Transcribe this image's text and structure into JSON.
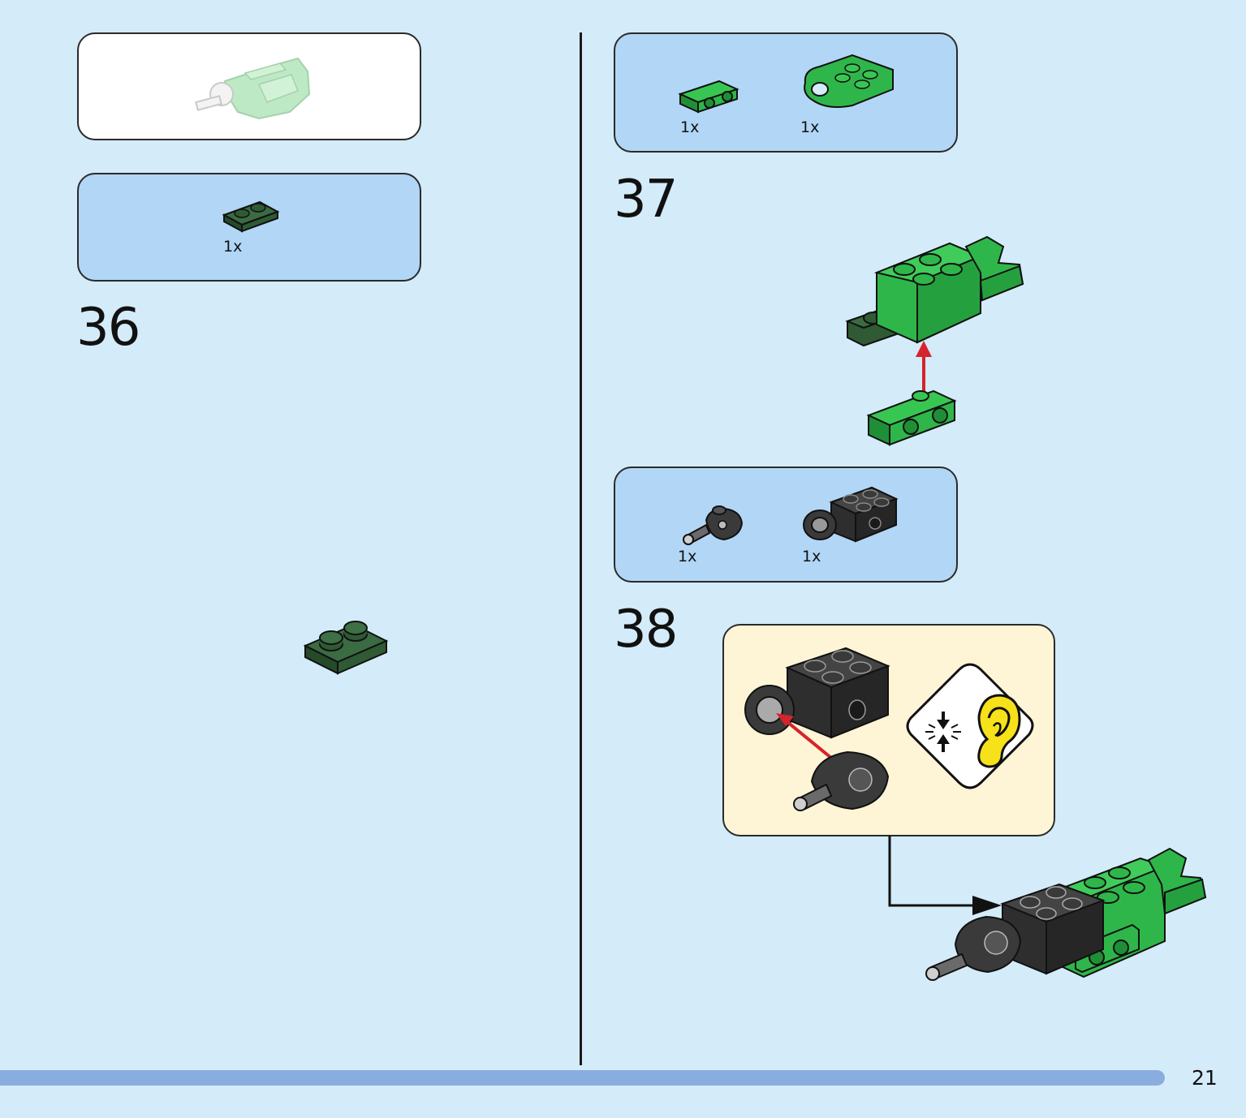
{
  "steps": [
    {
      "number": "36",
      "parts_callout": {
        "parts": [
          {
            "name": "dark-green-plate-1x2",
            "qty": "1x"
          }
        ]
      }
    },
    {
      "number": "37",
      "parts_callout": {
        "parts": [
          {
            "name": "green-bracket-1x2",
            "qty": "1x"
          },
          {
            "name": "green-ball-joint-brick",
            "qty": "1x"
          }
        ]
      }
    },
    {
      "number": "38",
      "parts_callout": {
        "parts": [
          {
            "name": "black-ball-socket-axle",
            "qty": "1x"
          },
          {
            "name": "black-socket-brick",
            "qty": "1x"
          }
        ]
      },
      "hint": {
        "icon": "click-sound-icon"
      }
    }
  ],
  "page": {
    "number": "21",
    "progress": 0.93
  },
  "colors": {
    "background": "#d4ebf9",
    "callout_blue": "#b2d6f5",
    "callout_cream": "#fef5d6",
    "bright_green": "#2fb64a",
    "dark_green": "#2f5a34",
    "arrow_red": "#d6242c",
    "progress_bar": "#8aaddf"
  }
}
